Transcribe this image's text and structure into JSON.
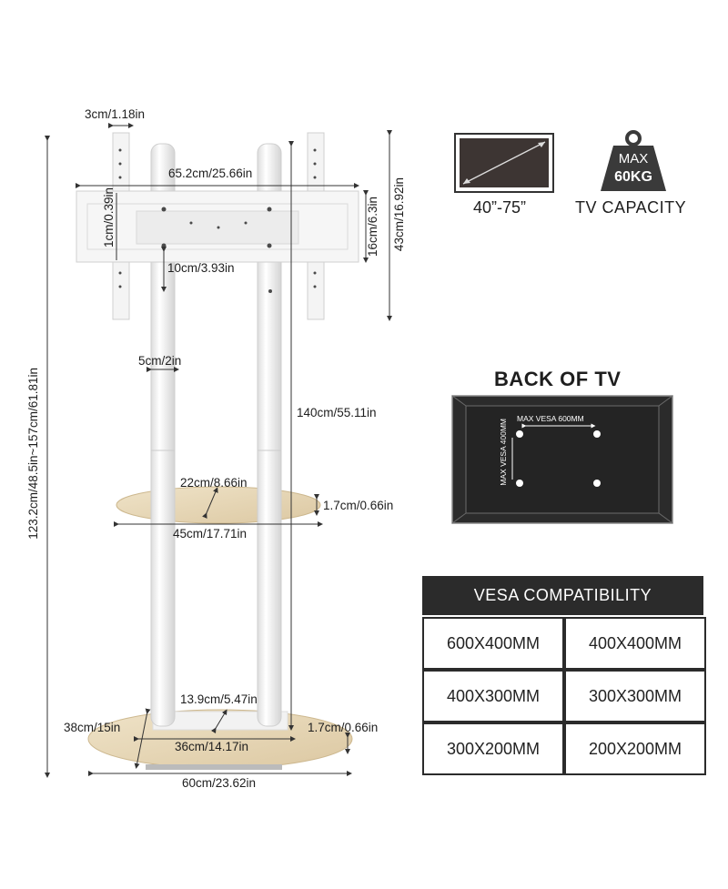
{
  "dimensions": {
    "bracket_width": "65.2cm/25.66in",
    "arm_width": "3cm/1.18in",
    "slot_width": "1cm/0.39in",
    "bracket_height": "16cm/6.3in",
    "arm_height": "43cm/16.92in",
    "pole_spacing": "10cm/3.93in",
    "pole_diameter": "5cm/2in",
    "pole_height": "140cm/55.11in",
    "total_height": "123.2cm/48.5in~157cm/61.81in",
    "shelf_depth": "22cm/8.66in",
    "shelf_thickness": "1.7cm/0.66in",
    "shelf_width": "45cm/17.71in",
    "base_gap": "13.9cm/5.47in",
    "base_depth": "38cm/15in",
    "base_thickness": "1.7cm/0.66in",
    "base_inner_width": "36cm/14.17in",
    "base_width": "60cm/23.62in"
  },
  "screen_size": {
    "label": "40”-75”"
  },
  "capacity": {
    "weight_top": "MAX",
    "weight_bottom": "60KG",
    "label": "TV CAPACITY"
  },
  "back_of_tv": {
    "title": "BACK OF TV",
    "max_vesa_horizontal": "MAX VESA 600MM",
    "max_vesa_vertical": "MAX VESA 400MM"
  },
  "vesa": {
    "header": "VESA COMPATIBILITY",
    "rows": [
      [
        "600X400MM",
        "400X400MM"
      ],
      [
        "400X300MM",
        "300X300MM"
      ],
      [
        "300X200MM",
        "200X200MM"
      ]
    ]
  },
  "colors": {
    "wood": "#e6d6b6",
    "pole": "#f4f4f4",
    "panel_dark": "#2b2b2b",
    "screen": "#3d3533"
  }
}
